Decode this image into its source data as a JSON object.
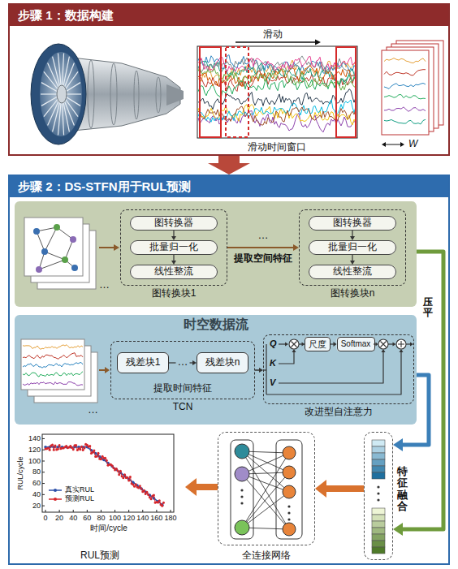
{
  "diagram": {
    "nodes": [
      {
        "text": [
          "步骤 1：数据构建"
        ]
      },
      {
        "text": [
          "步骤 2：DS-STFN用于RUL预测"
        ]
      },
      {
        "text": [
          "提取空间特征"
        ],
        "in": 1
      },
      {
        "text": [
          "图转换块1"
        ],
        "in": 2
      },
      {
        "text": [
          "图转换器"
        ],
        "in": 3
      },
      {
        "text": [
          "批量归一化"
        ],
        "in": 3
      },
      {
        "text": [
          "线性整流"
        ],
        "in": 3
      },
      {
        "text": [
          "图转换块n"
        ],
        "in": 2
      },
      {
        "text": [
          "图转换器"
        ],
        "in": 7
      },
      {
        "text": [
          "批量归一化"
        ],
        "in": 7
      },
      {
        "text": [
          "线性整流"
        ],
        "in": 7
      },
      {
        "text": [
          "时空数据流"
        ],
        "in": 1
      },
      {
        "text": [
          "提取时间特征",
          "TCN"
        ],
        "in": 11
      },
      {
        "text": [
          "残差块1"
        ],
        "in": 12
      },
      {
        "text": [
          "残差块n"
        ],
        "in": 12
      },
      {
        "text": [
          "改进型自注意力"
        ],
        "in": 11
      },
      {
        "text": [
          "尺度"
        ],
        "in": 15
      },
      {
        "text": [
          "Softmax"
        ],
        "in": 15
      },
      {
        "text": [
          "特征融合"
        ],
        "in": 1
      },
      {
        "text": [
          "全连接网络"
        ],
        "in": 1
      },
      {
        "text": [
          "RUL预测"
        ],
        "in": 1
      }
    ],
    "edges": [
      {
        "from": 0,
        "to": 1,
        "arrow": "to"
      },
      {
        "from": 2,
        "to": 18,
        "arrow": "to",
        "label": "压平"
      },
      {
        "from": 11,
        "to": 18,
        "arrow": "to"
      },
      {
        "from": 3,
        "to": 7,
        "arrow": "to"
      },
      {
        "from": 4,
        "to": 5,
        "arrow": "to"
      },
      {
        "from": 5,
        "to": 6,
        "arrow": "to"
      },
      {
        "from": 8,
        "to": 9,
        "arrow": "to"
      },
      {
        "from": 9,
        "to": 10,
        "arrow": "to"
      },
      {
        "from": 13,
        "to": 14,
        "arrow": "to"
      },
      {
        "from": 12,
        "to": 15,
        "arrow": "to"
      },
      {
        "from": 16,
        "to": 17,
        "arrow": "to"
      },
      {
        "from": 18,
        "to": 19,
        "arrow": "to"
      },
      {
        "from": 19,
        "to": 20,
        "arrow": "to"
      }
    ],
    "labels": [
      "滑动",
      "滑动时间窗口",
      "W",
      "…",
      "…",
      "…",
      "…",
      "Q",
      "K",
      "V",
      "RUL/cycle",
      "时间/cycle",
      "140",
      "120",
      "100",
      "80",
      "60",
      "40",
      "20",
      "0",
      "20",
      "40",
      "60",
      "80",
      "100",
      "120",
      "140",
      "160",
      "180"
    ],
    "legend": [
      {
        "text": "真实RUL"
      },
      {
        "text": "预测RUL"
      }
    ]
  }
}
